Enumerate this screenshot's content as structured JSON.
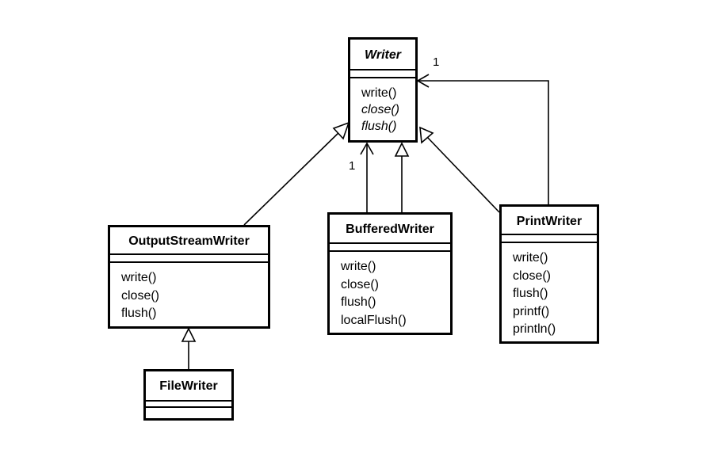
{
  "classes": {
    "writer": {
      "name": "Writer",
      "methods": [
        "write()",
        "close()",
        "flush()"
      ]
    },
    "output_stream_writer": {
      "name": "OutputStreamWriter",
      "methods": [
        "write()",
        "close()",
        "flush()"
      ]
    },
    "buffered_writer": {
      "name": "BufferedWriter",
      "methods": [
        "write()",
        "close()",
        "flush()",
        "localFlush()"
      ]
    },
    "print_writer": {
      "name": "PrintWriter",
      "methods": [
        "write()",
        "close()",
        "flush()",
        "printf()",
        "println()"
      ]
    },
    "file_writer": {
      "name": "FileWriter",
      "methods": []
    }
  },
  "multiplicities": {
    "buffered_to_writer": "1",
    "print_to_writer": "1"
  }
}
